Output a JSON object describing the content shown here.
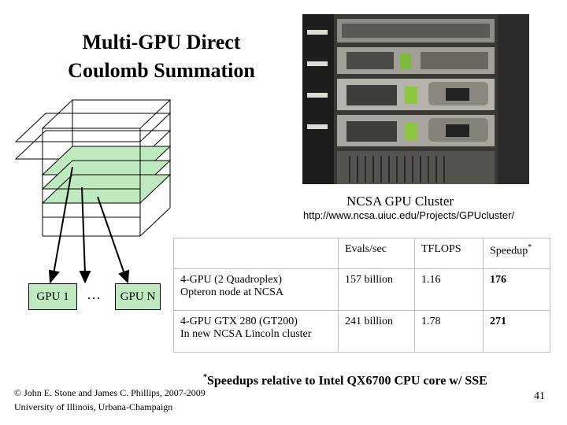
{
  "slide": {
    "title_line1": "Multi-GPU Direct",
    "title_line2": "Coulomb Summation",
    "photo_caption": "NCSA GPU Cluster",
    "photo_url": "http://www.ncsa.uiuc.edu/Projects/GPUcluster/",
    "gpu1_label": "GPU 1",
    "ellipsis": "…",
    "gpun_label": "GPU N",
    "footnote_marker": "*",
    "footnote_text": "Speedups relative to Intel QX6700 CPU core w/ SSE",
    "copyright_line1": "© John E. Stone and James C. Phillips, 2007-2009",
    "copyright_line2": "University of Illinois, Urbana-Champaign",
    "page_number": "41"
  },
  "table": {
    "headers": [
      "",
      "Evals/sec",
      "TFLOPS",
      "Speedup"
    ],
    "header_marker": "*",
    "rows": [
      {
        "config_line1": "4-GPU (2 Quadroplex)",
        "config_line2": "Opteron node at NCSA",
        "evals": "157 billion",
        "tflops": "1.16",
        "speedup": "176"
      },
      {
        "config_line1": "4-GPU GTX 280 (GT200)",
        "config_line2": "In new NCSA Lincoln cluster",
        "evals": "241 billion",
        "tflops": "1.78",
        "speedup": "271"
      }
    ]
  },
  "colors": {
    "plane_fill": "#bfeabf",
    "gpu_box_fill": "#bfeabf",
    "table_border": "#bfbfbf"
  }
}
